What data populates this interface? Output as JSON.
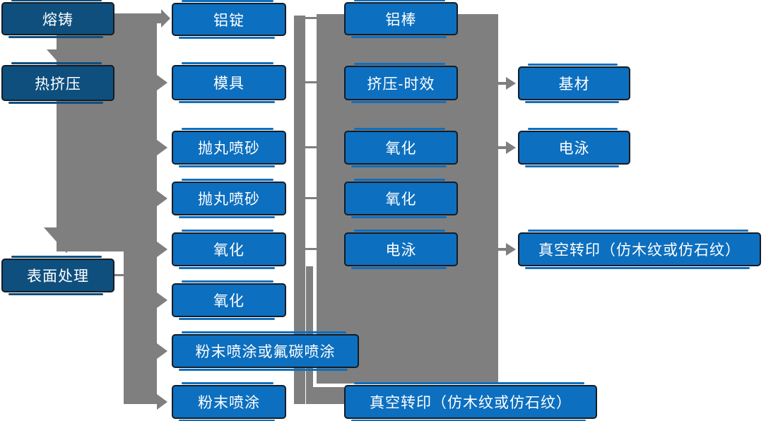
{
  "diagram": {
    "description": "aluminium-profile-production-flowchart",
    "colors": {
      "stage_box_fill_dark": "#0e4f7e",
      "process_box_fill_blue": "#0d6fbf",
      "box_outline": "#141c24",
      "connector_gray": "#7f7f7f",
      "text_color": "#ffffff"
    },
    "nodes": [
      {
        "id": "melting-casting",
        "label": "熔铸",
        "variant": "dark"
      },
      {
        "id": "hot-extrusion",
        "label": "热挤压",
        "variant": "dark"
      },
      {
        "id": "surface-treatment",
        "label": "表面处理",
        "variant": "dark"
      },
      {
        "id": "aluminum-ingot",
        "label": "铝锭",
        "variant": "light"
      },
      {
        "id": "mold",
        "label": "模具",
        "variant": "light"
      },
      {
        "id": "shot-blast-sandblast-1",
        "label": "抛丸喷砂",
        "variant": "light"
      },
      {
        "id": "shot-blast-sandblast-2",
        "label": "抛丸喷砂",
        "variant": "light"
      },
      {
        "id": "oxidation-1",
        "label": "氧化",
        "variant": "light"
      },
      {
        "id": "oxidation-2",
        "label": "氧化",
        "variant": "light"
      },
      {
        "id": "powder-or-fluorocarbon",
        "label": "粉末喷涂或氟碳喷涂",
        "variant": "light"
      },
      {
        "id": "powder-coating",
        "label": "粉末喷涂",
        "variant": "light"
      },
      {
        "id": "aluminum-rod",
        "label": "铝棒",
        "variant": "light"
      },
      {
        "id": "extrusion-aging",
        "label": "挤压-时效",
        "variant": "light"
      },
      {
        "id": "oxidation-3",
        "label": "氧化",
        "variant": "light"
      },
      {
        "id": "oxidation-4",
        "label": "氧化",
        "variant": "light"
      },
      {
        "id": "electrophoresis-1",
        "label": "电泳",
        "variant": "light"
      },
      {
        "id": "vacuum-transfer-bottom",
        "label": "真空转印（仿木纹或仿石纹）",
        "variant": "light"
      },
      {
        "id": "base-material",
        "label": "基材",
        "variant": "light"
      },
      {
        "id": "electrophoresis-2",
        "label": "电泳",
        "variant": "light"
      },
      {
        "id": "vacuum-transfer-right",
        "label": "真空转印（仿木纹或仿石纹）",
        "variant": "light"
      }
    ]
  }
}
